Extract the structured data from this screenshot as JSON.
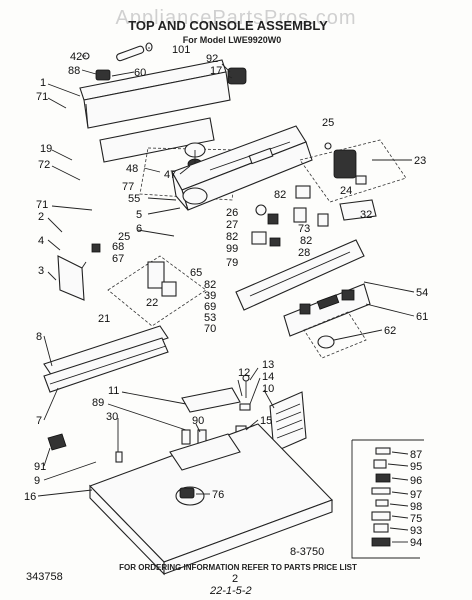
{
  "header": {
    "title": "TOP AND CONSOLE ASSEMBLY",
    "subtitle": "For Model LWE9920W0",
    "watermark": "AppliancePartsPros.com"
  },
  "footer": {
    "ordering_note": "FOR ORDERING INFORMATION REFER TO PARTS PRICE LIST",
    "doc_number": "343758",
    "page_number": "2",
    "figure_ref": "8-3750",
    "handwritten_note": "22-1-5-2"
  },
  "callouts": [
    {
      "id": "c42",
      "text": "42"
    },
    {
      "id": "c101",
      "text": "101"
    },
    {
      "id": "c88",
      "text": "88"
    },
    {
      "id": "c60",
      "text": "60"
    },
    {
      "id": "c1",
      "text": "1"
    },
    {
      "id": "c92",
      "text": "92"
    },
    {
      "id": "c17",
      "text": "17"
    },
    {
      "id": "c71a",
      "text": "71"
    },
    {
      "id": "c25a",
      "text": "25"
    },
    {
      "id": "c19",
      "text": "19"
    },
    {
      "id": "c72",
      "text": "72"
    },
    {
      "id": "c48",
      "text": "48"
    },
    {
      "id": "c47",
      "text": "47"
    },
    {
      "id": "c23",
      "text": "23"
    },
    {
      "id": "c77",
      "text": "77"
    },
    {
      "id": "c24",
      "text": "24"
    },
    {
      "id": "c71b",
      "text": "71"
    },
    {
      "id": "c55",
      "text": "55"
    },
    {
      "id": "c82a",
      "text": "82"
    },
    {
      "id": "c5",
      "text": "5"
    },
    {
      "id": "c2",
      "text": "2"
    },
    {
      "id": "c26",
      "text": "26"
    },
    {
      "id": "c32",
      "text": "32"
    },
    {
      "id": "c6",
      "text": "6"
    },
    {
      "id": "c27",
      "text": "27"
    },
    {
      "id": "c73",
      "text": "73"
    },
    {
      "id": "c25b",
      "text": "25"
    },
    {
      "id": "c82b",
      "text": "82"
    },
    {
      "id": "c4",
      "text": "4"
    },
    {
      "id": "c68",
      "text": "68"
    },
    {
      "id": "c99",
      "text": "99"
    },
    {
      "id": "c82c",
      "text": "82"
    },
    {
      "id": "c67",
      "text": "67"
    },
    {
      "id": "c28",
      "text": "28"
    },
    {
      "id": "c3",
      "text": "3"
    },
    {
      "id": "c65",
      "text": "65"
    },
    {
      "id": "c79",
      "text": "79"
    },
    {
      "id": "c82d",
      "text": "82"
    },
    {
      "id": "c39",
      "text": "39"
    },
    {
      "id": "c54",
      "text": "54"
    },
    {
      "id": "c22",
      "text": "22"
    },
    {
      "id": "c69",
      "text": "69"
    },
    {
      "id": "c21",
      "text": "21"
    },
    {
      "id": "c53",
      "text": "53"
    },
    {
      "id": "c61",
      "text": "61"
    },
    {
      "id": "c70",
      "text": "70"
    },
    {
      "id": "c62",
      "text": "62"
    },
    {
      "id": "c8",
      "text": "8"
    },
    {
      "id": "c13",
      "text": "13"
    },
    {
      "id": "c12",
      "text": "12"
    },
    {
      "id": "c14",
      "text": "14"
    },
    {
      "id": "c10",
      "text": "10"
    },
    {
      "id": "c11",
      "text": "11"
    },
    {
      "id": "c7",
      "text": "7"
    },
    {
      "id": "c89",
      "text": "89"
    },
    {
      "id": "c15",
      "text": "15"
    },
    {
      "id": "c30",
      "text": "30"
    },
    {
      "id": "c90",
      "text": "90"
    },
    {
      "id": "c91",
      "text": "91"
    },
    {
      "id": "c9",
      "text": "9"
    },
    {
      "id": "c16",
      "text": "16"
    },
    {
      "id": "c76",
      "text": "76"
    },
    {
      "id": "c87",
      "text": "87"
    },
    {
      "id": "c95",
      "text": "95"
    },
    {
      "id": "c96",
      "text": "96"
    },
    {
      "id": "c97",
      "text": "97"
    },
    {
      "id": "c98",
      "text": "98"
    },
    {
      "id": "c75",
      "text": "75"
    },
    {
      "id": "c93",
      "text": "93"
    },
    {
      "id": "c94",
      "text": "94"
    }
  ]
}
